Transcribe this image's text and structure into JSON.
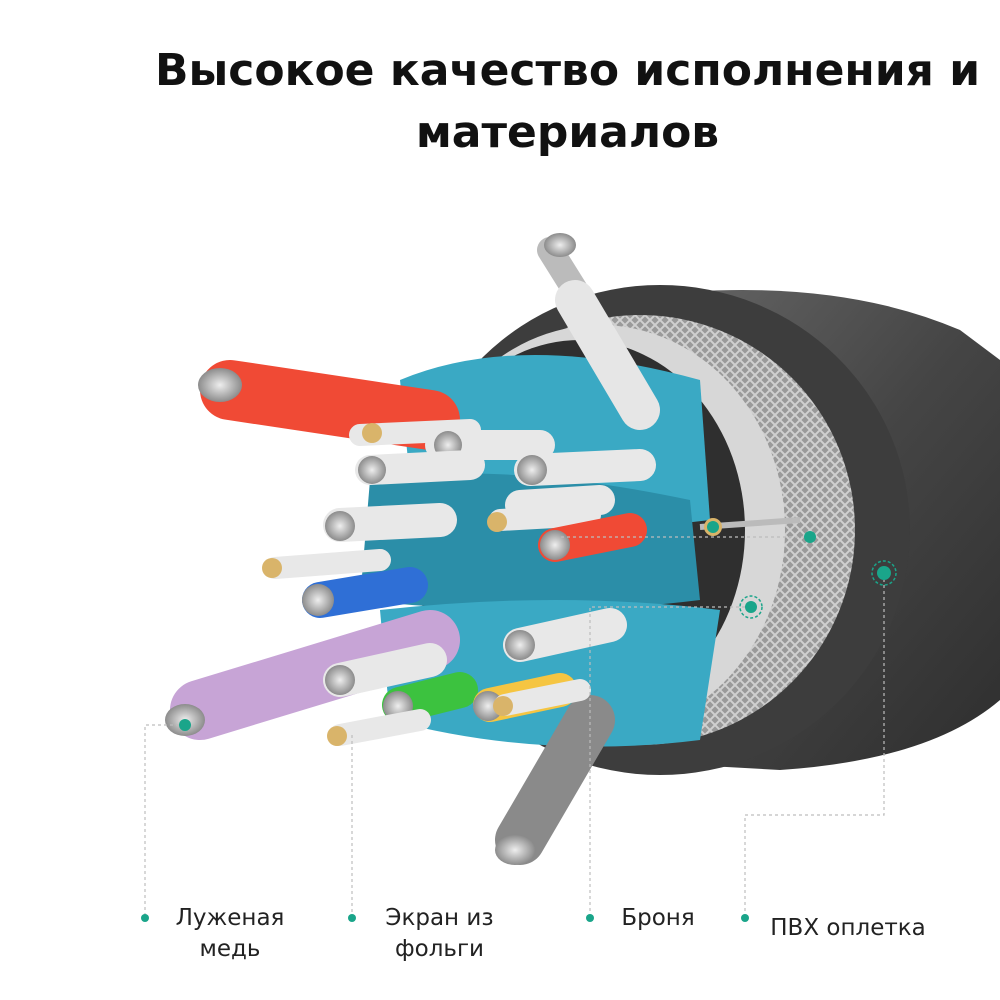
{
  "title": {
    "line1": "Высокое качество исполнения и",
    "line2": "материалов"
  },
  "labels": [
    {
      "line1": "Луженая",
      "line2": "медь"
    },
    {
      "line1": "Экран из",
      "line2": "фольги"
    },
    {
      "line1": "Броня",
      "line2": ""
    },
    {
      "line1": "ПВХ оплетка",
      "line2": ""
    }
  ],
  "colors": {
    "accent_dot": "#1aa58a",
    "jacket": "#4a4a4a",
    "foil": "#3aa9c4",
    "copper_tip": "#d9b46a"
  }
}
